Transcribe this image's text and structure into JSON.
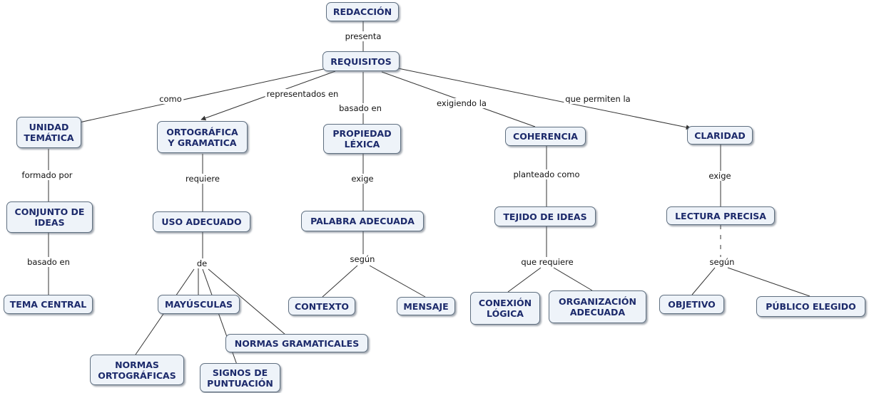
{
  "nodes": {
    "redaccion": "REDACCIÓN",
    "requisitos": "REQUISITOS",
    "unidad_tematica": "UNIDAD\nTEMÁTICA",
    "ortografica": "ORTOGRÁFICA\nY GRAMATICA",
    "propiedad_lexica": "PROPIEDAD\nLÉXICA",
    "coherencia": "COHERENCIA",
    "claridad": "CLARIDAD",
    "conjunto_ideas": "CONJUNTO DE\nIDEAS",
    "tema_central": "TEMA CENTRAL",
    "uso_adecuado": "USO ADECUADO",
    "mayusculas": "MAYÚSCULAS",
    "normas_gramaticales": "NORMAS GRAMATICALES",
    "normas_ortograficas": "NORMAS\nORTOGRÁFICAS",
    "signos_puntuacion": "SIGNOS DE\nPUNTUACIÓN",
    "palabra_adecuada": "PALABRA ADECUADA",
    "contexto": "CONTEXTO",
    "mensaje": "MENSAJE",
    "tejido_ideas": "TEJIDO DE IDEAS",
    "conexion_logica": "CONEXIÓN\nLÓGICA",
    "organizacion_adecuada": "ORGANIZACIÓN\nADECUADA",
    "lectura_precisa": "LECTURA PRECISA",
    "objetivo": "OBJETIVO",
    "publico_elegido": "PÚBLICO ELEGIDO"
  },
  "links": {
    "presenta": "presenta",
    "como": "como",
    "representados_en": "representados en",
    "basado_en_1": "basado en",
    "exigiendo_la": "exigiendo la",
    "que_permiten_la": "que permiten la",
    "formado_por": "formado por",
    "basado_en_2": "basado en",
    "requiere": "requiere",
    "de": "de",
    "exige_1": "exige",
    "segun_1": "según",
    "planteado_como": "planteado como",
    "que_requiere": "que requiere",
    "exige_2": "exige",
    "segun_2": "según"
  },
  "colors": {
    "node_fill": "#eef3f9",
    "node_border": "#5f6f80",
    "node_text": "#1c2a6b",
    "line": "#333333"
  }
}
